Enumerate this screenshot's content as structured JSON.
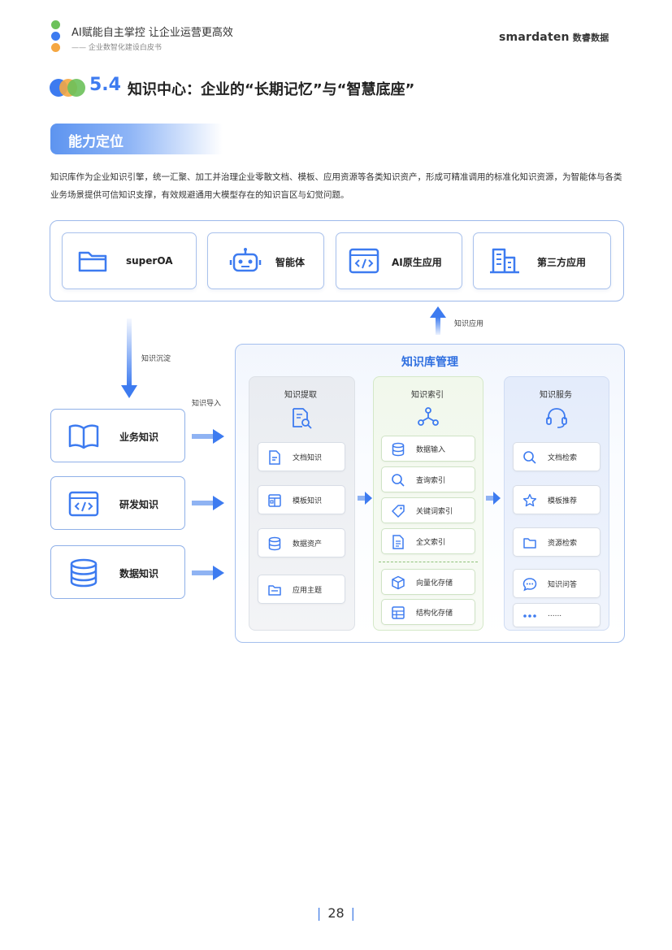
{
  "header": {
    "title": "AI赋能自主掌控 让企业运营更高效",
    "subtitle": "—— 企业数智化建设白皮书",
    "brand": "smardaten",
    "brand_cn": "数睿数据",
    "dot_colors": [
      "#6cc15a",
      "#3d7bf0",
      "#f5a742"
    ]
  },
  "section": {
    "number": "5.4",
    "title": "知识中心：企业的“长期记忆”与“智慧底座”",
    "capability_label": "能力定位",
    "intro": "知识库作为企业知识引擎，统一汇聚、加工并治理企业零散文档、模板、应用资源等各类知识资产，形成可精准调用的标准化知识资源，为智能体与各类业务场景提供可信知识支撑，有效规避通用大模型存在的知识盲区与幻觉问题。"
  },
  "diagram": {
    "top_apps": [
      {
        "label": "superOA",
        "icon": "folder-icon"
      },
      {
        "label": "智能体",
        "icon": "robot-icon"
      },
      {
        "label": "AI原生应用",
        "icon": "code-window-icon"
      },
      {
        "label": "第三方应用",
        "icon": "building-icon"
      }
    ],
    "flow_down_label": "知识沉淀",
    "flow_up_label": "知识应用",
    "flow_in_label": "知识导入",
    "left_sources": [
      {
        "label": "业务知识",
        "icon": "book-icon"
      },
      {
        "label": "研发知识",
        "icon": "code-window-icon"
      },
      {
        "label": "数据知识",
        "icon": "database-icon"
      }
    ],
    "kb_title": "知识库管理",
    "columns": [
      {
        "title": "知识提取",
        "icon": "doc-search-icon",
        "items": [
          "文档知识",
          "模板知识",
          "数据资产",
          "应用主题"
        ]
      },
      {
        "title": "知识索引",
        "icon": "network-icon",
        "items": [
          "数据输入",
          "查询索引",
          "关键词索引",
          "全文索引"
        ],
        "storage": [
          "向量化存储",
          "结构化存储"
        ]
      },
      {
        "title": "知识服务",
        "icon": "headset-icon",
        "items": [
          "文档检索",
          "模板推荐",
          "资源检索",
          "知识问答",
          "......"
        ]
      }
    ],
    "accent": "#3d7bf0"
  },
  "page_number": "28"
}
